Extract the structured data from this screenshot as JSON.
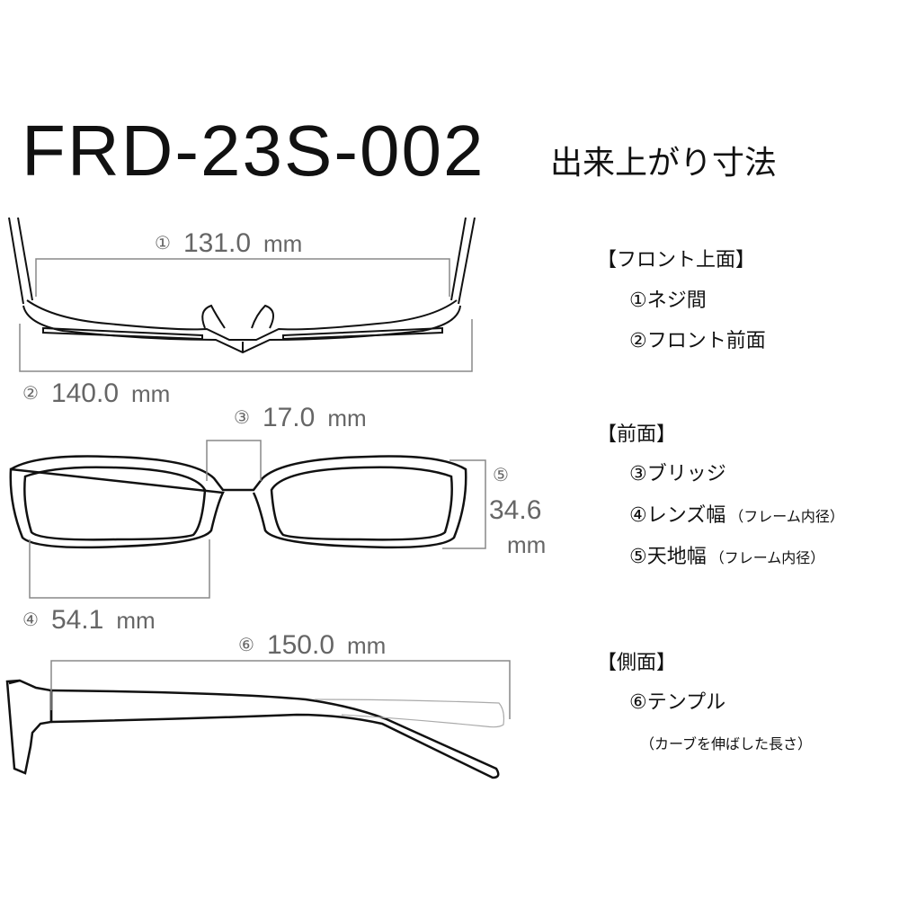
{
  "title": "FRD-23S-002",
  "subtitle": "出来上がり寸法",
  "dimensions": [
    {
      "num": "①",
      "value": "131.0",
      "unit": "mm"
    },
    {
      "num": "②",
      "value": "140.0",
      "unit": "mm"
    },
    {
      "num": "③",
      "value": "17.0",
      "unit": "mm"
    },
    {
      "num": "④",
      "value": "54.1",
      "unit": "mm"
    },
    {
      "num": "⑤",
      "value": "34.6",
      "unit": "mm"
    },
    {
      "num": "⑥",
      "value": "150.0",
      "unit": "mm"
    }
  ],
  "legend": {
    "top_section": "【フロント上面】",
    "item1": "①ネジ間",
    "item2": "②フロント前面",
    "front_section": "【前面】",
    "item3": "③ブリッジ",
    "item4": "④レンズ幅",
    "item4_note": "（フレーム内径）",
    "item5": "⑤天地幅",
    "item5_note": "（フレーム内径）",
    "side_section": "【側面】",
    "item6": "⑥テンプル",
    "item6_note": "（カーブを伸ばした長さ）"
  },
  "colors": {
    "line": "#111111",
    "dimension": "#777777"
  }
}
